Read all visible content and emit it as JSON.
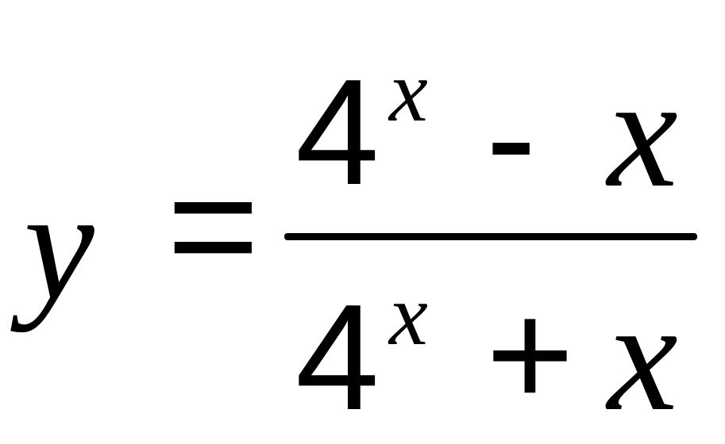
{
  "formula": {
    "lhs": "y",
    "equals": "=",
    "numerator": {
      "base": "4",
      "exponent": "x",
      "operator": "-",
      "variable": "x"
    },
    "denominator": {
      "base": "4",
      "exponent": "x",
      "operator": "+",
      "variable": "x"
    }
  }
}
